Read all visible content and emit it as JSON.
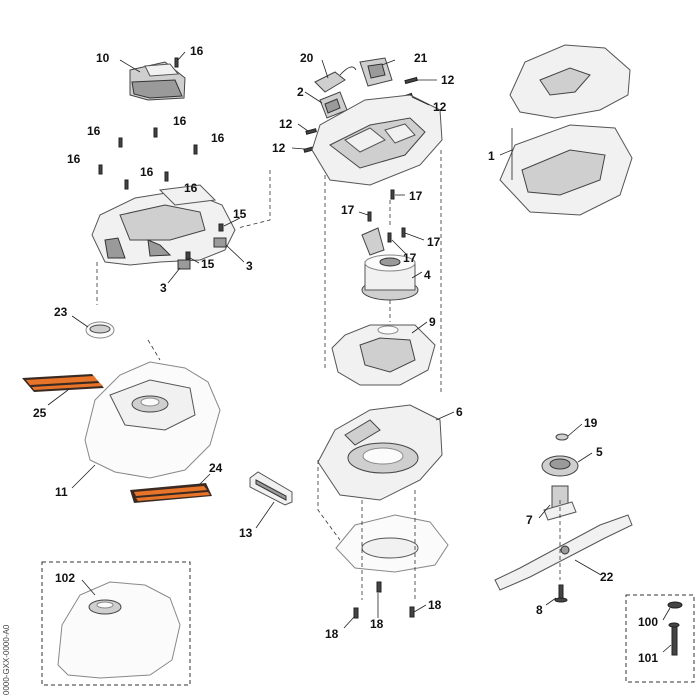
{
  "diagram": {
    "vertical_code": "0000-GXX-0000-A0",
    "stripe_colors": {
      "orange": "#e8742a",
      "dark": "#3a2a22"
    },
    "callouts": [
      {
        "id": "c10",
        "text": "10"
      },
      {
        "id": "c16a",
        "text": "16"
      },
      {
        "id": "c16b",
        "text": "16"
      },
      {
        "id": "c16c",
        "text": "16"
      },
      {
        "id": "c16d",
        "text": "16"
      },
      {
        "id": "c16e",
        "text": "16"
      },
      {
        "id": "c16f",
        "text": "16"
      },
      {
        "id": "c16g",
        "text": "16"
      },
      {
        "id": "c15a",
        "text": "15"
      },
      {
        "id": "c15b",
        "text": "15"
      },
      {
        "id": "c3a",
        "text": "3"
      },
      {
        "id": "c3b",
        "text": "3"
      },
      {
        "id": "c20",
        "text": "20"
      },
      {
        "id": "c21",
        "text": "21"
      },
      {
        "id": "c2",
        "text": "2"
      },
      {
        "id": "c12a",
        "text": "12"
      },
      {
        "id": "c12b",
        "text": "12"
      },
      {
        "id": "c12c",
        "text": "12"
      },
      {
        "id": "c12d",
        "text": "12"
      },
      {
        "id": "c1",
        "text": "1"
      },
      {
        "id": "c17a",
        "text": "17"
      },
      {
        "id": "c17b",
        "text": "17"
      },
      {
        "id": "c17c",
        "text": "17"
      },
      {
        "id": "c17d",
        "text": "17"
      },
      {
        "id": "c4",
        "text": "4"
      },
      {
        "id": "c9",
        "text": "9"
      },
      {
        "id": "c23",
        "text": "23"
      },
      {
        "id": "c25",
        "text": "25"
      },
      {
        "id": "c11",
        "text": "11"
      },
      {
        "id": "c24",
        "text": "24"
      },
      {
        "id": "c6",
        "text": "6"
      },
      {
        "id": "c13",
        "text": "13"
      },
      {
        "id": "c19",
        "text": "19"
      },
      {
        "id": "c5",
        "text": "5"
      },
      {
        "id": "c7",
        "text": "7"
      },
      {
        "id": "c22",
        "text": "22"
      },
      {
        "id": "c8",
        "text": "8"
      },
      {
        "id": "c18a",
        "text": "18"
      },
      {
        "id": "c18b",
        "text": "18"
      },
      {
        "id": "c18c",
        "text": "18"
      },
      {
        "id": "c102",
        "text": "102"
      },
      {
        "id": "c100",
        "text": "100"
      },
      {
        "id": "c101",
        "text": "101"
      }
    ]
  }
}
